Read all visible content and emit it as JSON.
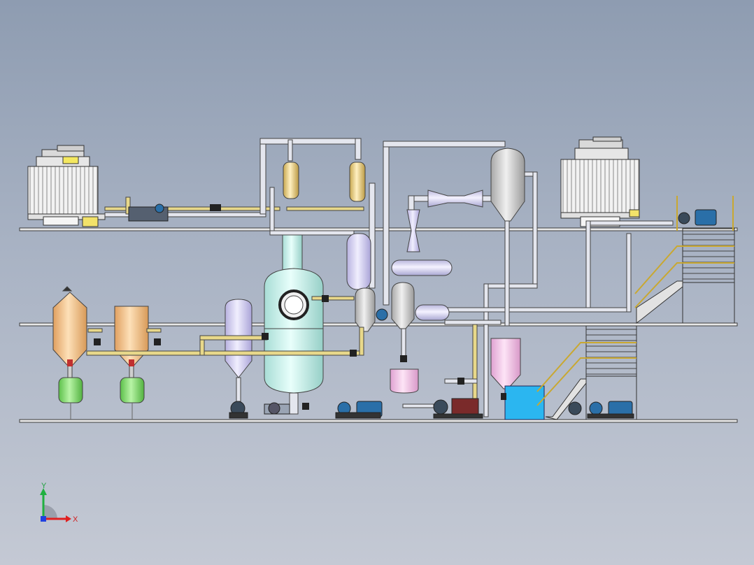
{
  "view": {
    "type": "cad-3d-process-plant-front-view",
    "background": [
      "#8e9cb1",
      "#c4c9d4"
    ]
  },
  "axis_triad": {
    "y_label": "Y",
    "x_label": "X",
    "colors": {
      "x": "#e02020",
      "y": "#20b040",
      "z": "#2040e0"
    }
  },
  "colors": {
    "structure": "#d8d8d8",
    "pipe": "#e4e6ee",
    "pipe_yellow": "#e8d88a",
    "vessel_cyan": "#c9f0ea",
    "vessel_lavender": "#d8d4f2",
    "tank_orange": "#f3c58f",
    "receiver_green": "#8ee07a",
    "tank_pink": "#f4c6e8",
    "water_tank": "#2bb6f0",
    "pump_blue": "#2a6fa8",
    "valve_red": "#c03030"
  }
}
